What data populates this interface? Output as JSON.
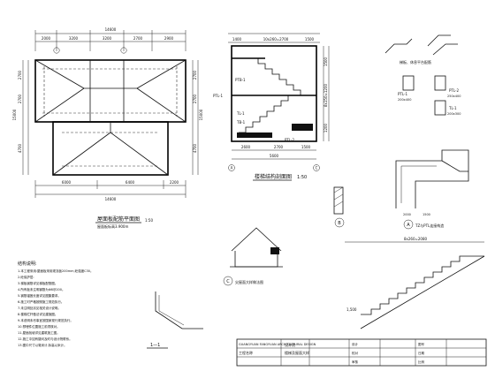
{
  "sheet": {
    "roof_plan": {
      "title": "屋面板配筋平面图",
      "subtitle": "屋面板标高3.900m",
      "scale": "1:50",
      "top_dims": [
        "2000",
        "3200",
        "3200",
        "2700",
        "2900"
      ],
      "top_total": "14600",
      "bottom_dims": [
        "6000",
        "6400",
        "2200"
      ],
      "bottom_total": "14600",
      "left_dims": [
        "2700",
        "2700",
        "4700"
      ],
      "left_total": "15000",
      "right_dims": [
        "2700",
        "2700",
        "4700"
      ],
      "right_total": "15000"
    },
    "stair_section": {
      "title": "楼梯结构剖面图",
      "scale": "1:50",
      "top_dims": [
        "1400",
        "10x260=2700",
        "1500"
      ],
      "bottom_dims": [
        "2600",
        "2700",
        "1500"
      ],
      "bottom_total": "5600",
      "labels": [
        "PTL-1",
        "PTB-1",
        "TL-1",
        "TB-1",
        "PTL-2"
      ],
      "axis_a": "A",
      "axis_c": "C",
      "right_dims": [
        "1500",
        "8x150=1200",
        "1200"
      ]
    },
    "details": {
      "title_tb": "梯板、休息平台配筋",
      "ptl1": "PTL-1",
      "ptl2": "PTL-2",
      "tl1": "TL-1",
      "tz_title": "TZ与PTL连接构造",
      "circle_b": "B",
      "circle_c": "C",
      "circle_a": "A",
      "attic_title": "尖屋面大样做法图",
      "section_11": "1—1",
      "dims": [
        "200x400",
        "250x400",
        "200x300",
        "2000",
        "1500"
      ],
      "stair_dim": "8x260=2080",
      "stair_h": "1,500"
    },
    "notes": {
      "heading": "结构说明:",
      "items": [
        "1.本工程采用:屋面板采用现浇板200mm,砼强度C30。",
        "2.砼保护层:",
        "3.梯板钢筋详见梯板配筋图。",
        "4.所有板未注明钢筋为Φ8@200。",
        "5.钢筋锚固长度详见图集要求。",
        "6.施工时严格按照施工规范执行。",
        "7.未注明处另见相关设计说明。",
        "8.楼梯栏杆做法详见建施图。",
        "9.本说明未尽事宜按国家现行规范执行。",
        "10.预埋件位置施工前须核对。",
        "11.屋面找坡详见建筑施工图。",
        "12.施工中如有疑问及时与设计院联系。",
        "13.图中尺寸以毫米计,标高以米计。"
      ]
    },
    "title_block": {
      "company": "GUANGYUAN FANGYUAN ARCHITECTURAL DESIGN",
      "company_cn": "设计院",
      "project": "工程名称",
      "drawing": "楼梯及屋面大样",
      "cells": [
        "设计",
        "校对",
        "审核",
        "图号",
        "日期",
        "比例"
      ]
    }
  }
}
